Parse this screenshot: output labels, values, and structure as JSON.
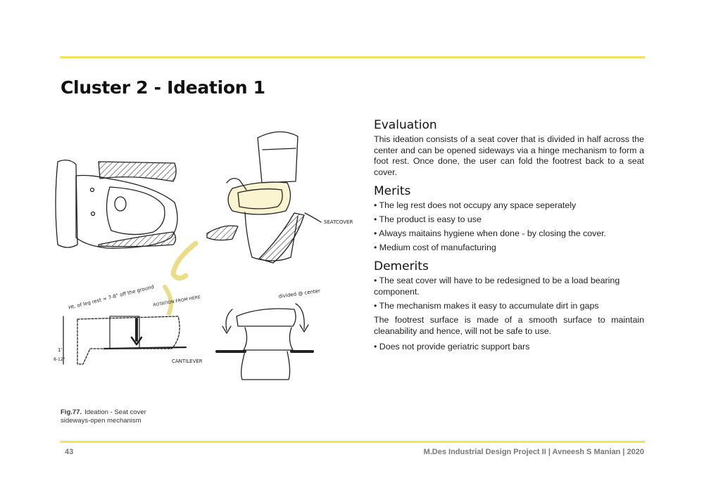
{
  "page": {
    "title": "Cluster 2 - Ideation 1",
    "page_number": "43",
    "footer": "M.Des Industrial Design Project II | Avneesh S Manian | 2020"
  },
  "figure": {
    "label": "Fig.77.",
    "caption": "Ideation - Seat cover sideways-open mechanism",
    "annotations": {
      "seat_cover": "SEATCOVER",
      "height_note": "Ht. of leg rest = 7-8\" off the ground",
      "rotation": "ROTATION FROM HERE",
      "cantilever": "CANTILEVER",
      "divided": "divided @ center",
      "dim_1": "1'",
      "dim_2": "8-12\""
    }
  },
  "sections": {
    "evaluation": {
      "heading": "Evaluation",
      "body": "This ideation consists of a seat cover that is divided in half across the center and can be opened sideways via a hinge mechanism to form a foot rest. Once done, the user can fold the footrest back to a seat cover."
    },
    "merits": {
      "heading": "Merits",
      "items": [
        "• The leg rest does not occupy any space seperately",
        "• The product is easy to use",
        "• Always maitains hygiene when done - by closing the cover.",
        "• Medium cost of manufacturing"
      ]
    },
    "demerits": {
      "heading": "Demerits",
      "items": [
        "• The seat cover will have to be redesigned to be a load bearing component.",
        "• The mechanism makes it easy to accumulate dirt in gaps"
      ],
      "paragraph": "The footrest surface is made of a smooth surface to maintain cleanability and hence, will not be safe to use.",
      "last_item": "• Does not provide geriatric support bars"
    }
  },
  "colors": {
    "accent_rule": "#f1e35a",
    "highlight": "#f3e58a"
  }
}
